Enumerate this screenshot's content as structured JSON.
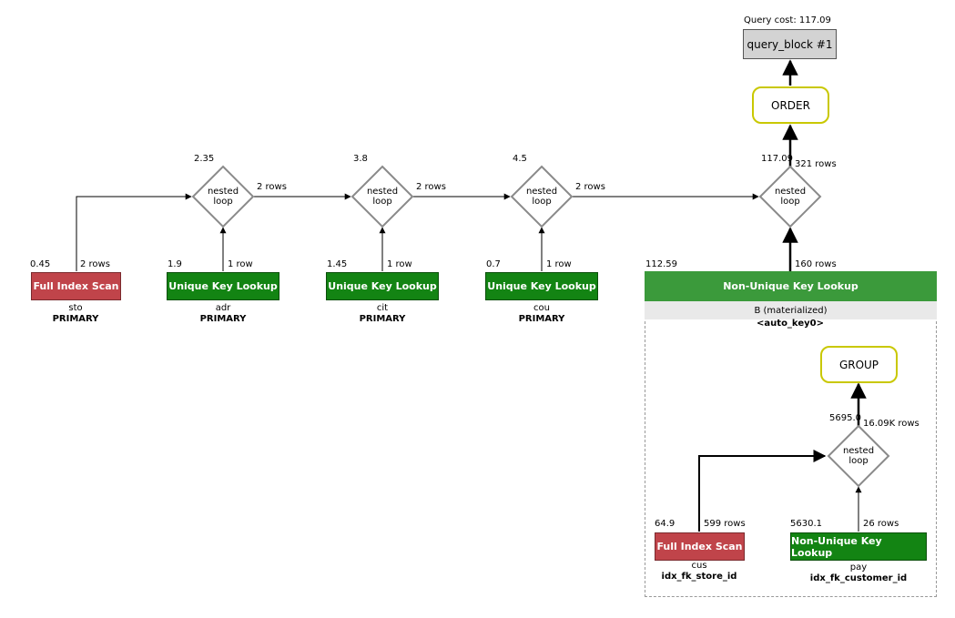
{
  "query_cost": "Query cost: 117.09",
  "query_block": "query_block #1",
  "order": "ORDER",
  "group": "GROUP",
  "nested_loop_label": "nested\nloop",
  "tables": [
    {
      "id": "sto",
      "op": "Full Index Scan",
      "table": "sto",
      "key": "PRIMARY",
      "cost": "0.45",
      "rows": "2 rows"
    },
    {
      "id": "adr",
      "op": "Unique Key Lookup",
      "table": "adr",
      "key": "PRIMARY",
      "cost": "1.9",
      "rows": "1 row"
    },
    {
      "id": "cit",
      "op": "Unique Key Lookup",
      "table": "cit",
      "key": "PRIMARY",
      "cost": "1.45",
      "rows": "1 row"
    },
    {
      "id": "cou",
      "op": "Unique Key Lookup",
      "table": "cou",
      "key": "PRIMARY",
      "cost": "0.7",
      "rows": "1 row"
    },
    {
      "id": "cus",
      "op": "Full Index Scan",
      "table": "cus",
      "key": "idx_fk_store_id",
      "cost": "64.9",
      "rows": "599 rows"
    },
    {
      "id": "pay",
      "op": "Non-Unique Key Lookup",
      "table": "pay",
      "key": "idx_fk_customer_id",
      "cost": "5630.1",
      "rows": "26 rows"
    }
  ],
  "nested_loops": [
    {
      "id": "nl1",
      "cost": "2.35",
      "rows": "2 rows"
    },
    {
      "id": "nl2",
      "cost": "3.8",
      "rows": "2 rows"
    },
    {
      "id": "nl3",
      "cost": "4.5",
      "rows": "2 rows"
    },
    {
      "id": "nl4",
      "cost": "117.09",
      "rows": "321 rows"
    },
    {
      "id": "nl5",
      "cost": "5695.0",
      "rows": "16.09K rows"
    }
  ],
  "materialized": {
    "op": "Non-Unique Key Lookup",
    "cost": "112.59",
    "rows": "160 rows",
    "table": "B (materialized)",
    "key": "<auto_key0>"
  }
}
